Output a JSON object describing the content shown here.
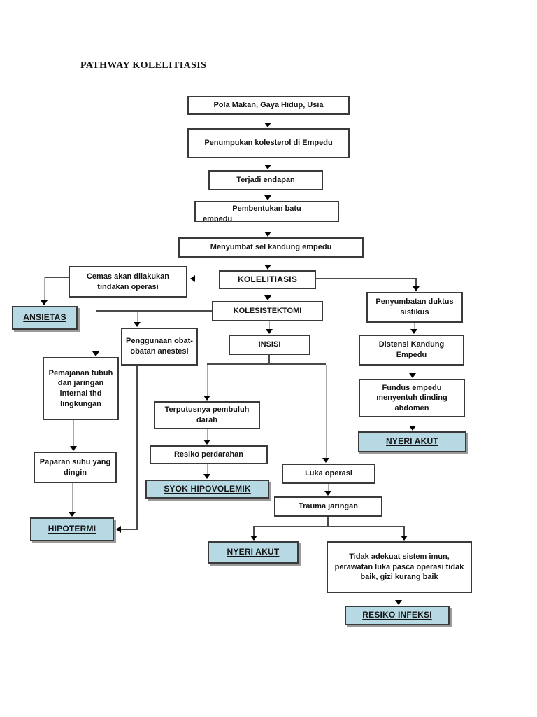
{
  "title": "PATHWAY KOLELITIASIS",
  "colors": {
    "highlight_fill": "#b7d9e4",
    "box_border": "#3a3a3a",
    "shadow": "#9b9b9b",
    "stem_line": "#a8a8a8",
    "branch_line": "#4a4a4a",
    "arrowhead": "#000000"
  },
  "nodes": {
    "pola_makan": {
      "label": "Pola Makan, Gaya Hidup, Usia"
    },
    "penumpukan": {
      "label": "Penumpukan kolesterol di Empedu"
    },
    "terjadi_endapan": {
      "label": "Terjadi endapan"
    },
    "pembentukan": {
      "line1": "Pembentukan batu",
      "line2": "empedu"
    },
    "menyumbat": {
      "label": "Menyumbat sel kandung empedu"
    },
    "kolelitiasis": {
      "label": "KOLELITIASIS"
    },
    "cemas": {
      "label": "Cemas akan dilakukan tindakan operasi"
    },
    "ansietas": {
      "label": "ANSIETAS"
    },
    "kolesistektomi": {
      "label": "KOLESISTEKTOMI"
    },
    "penyumbatan": {
      "label": "Penyumbatan duktus sistikus"
    },
    "insisi": {
      "label": "INSISI"
    },
    "penggunaan": {
      "label": "Penggunaan obat-obatan anestesi"
    },
    "distensi": {
      "label": "Distensi Kandung Empedu"
    },
    "pemajanan": {
      "label": "Pemajanan tubuh dan jaringan internal thd lingkungan"
    },
    "fundus": {
      "label": "Fundus empedu menyentuh dinding abdomen"
    },
    "nyeri_akut_kanan": {
      "label": "NYERI AKUT"
    },
    "terputusnya": {
      "label": "Terputusnya pembuluh darah"
    },
    "paparan": {
      "label": "Paparan suhu yang dingin"
    },
    "resiko_perdarahan": {
      "label": "Resiko perdarahan"
    },
    "syok_hipovolemik": {
      "label": "SYOK HIPOVOLEMIK"
    },
    "luka_operasi": {
      "label": "Luka operasi"
    },
    "trauma_jaringan": {
      "label": "Trauma jaringan"
    },
    "hipotermi": {
      "label": "HIPOTERMI"
    },
    "nyeri_akut_bawah": {
      "label": "NYERI AKUT"
    },
    "tidak_adekuat": {
      "label": "Tidak adekuat sistem imun, perawatan luka pasca operasi tidak baik, gizi kurang baik"
    },
    "resiko_infeksi": {
      "label": "RESIKO INFEKSI"
    }
  }
}
